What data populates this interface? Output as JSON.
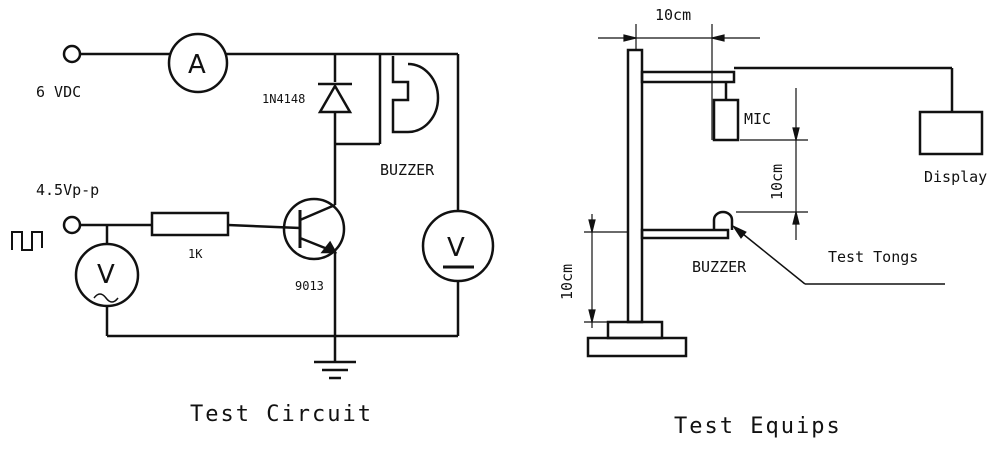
{
  "circuit": {
    "supply_label": "6 VDC",
    "signal_label": "4.5Vp-p",
    "ammeter_symbol": "A",
    "voltmeter_symbol": "V",
    "ac_voltmeter_symbol": "V",
    "diode_label": "1N4148",
    "buzzer_label": "BUZZER",
    "resistor_label": "1K",
    "transistor_label": "9013",
    "caption": "Test Circuit"
  },
  "equips": {
    "top_dimension": "10cm",
    "mic_label": "MIC",
    "mic_distance": "10cm",
    "display_label": "Display",
    "buzzer_label": "BUZZER",
    "tongs_label": "Test Tongs",
    "height_dimension": "10cm",
    "caption": "Test Equips"
  }
}
